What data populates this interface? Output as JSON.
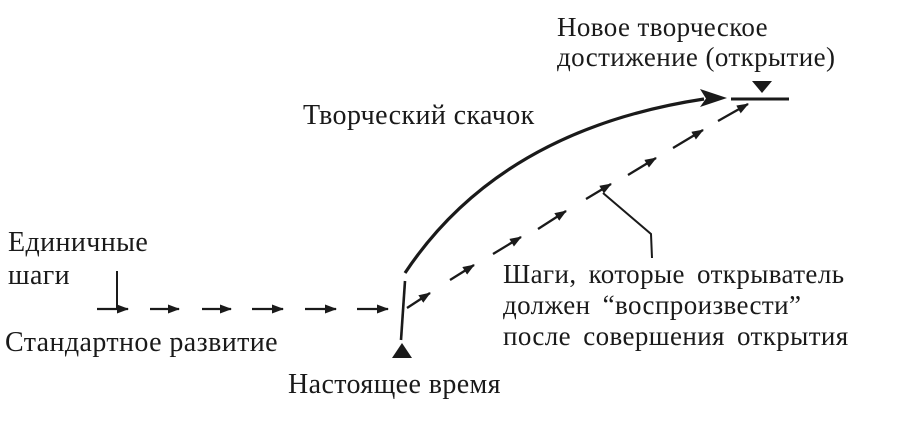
{
  "figure": {
    "labels": {
      "new_achievement": "Новое творческое\nдостижение (открытие)",
      "creative_leap": "Творческий скачок",
      "single_steps": "Единичные\nшаги",
      "standard_development": "Стандартное развитие",
      "present_time": "Настоящее время",
      "steps_to_reproduce": "Шаги, которые открыватель\nдолжен “воспроизвести”\nпосле совершения открытия"
    },
    "icons": {
      "present_time_marker": "up-triangle-marker",
      "achievement_marker": "down-triangle-marker",
      "step_arrows": "small-right-arrowheads",
      "creative_leap_arrow": "curved-arrow-right"
    },
    "colors": {
      "ink": "#1a1a1a",
      "background": "#ffffff"
    }
  }
}
